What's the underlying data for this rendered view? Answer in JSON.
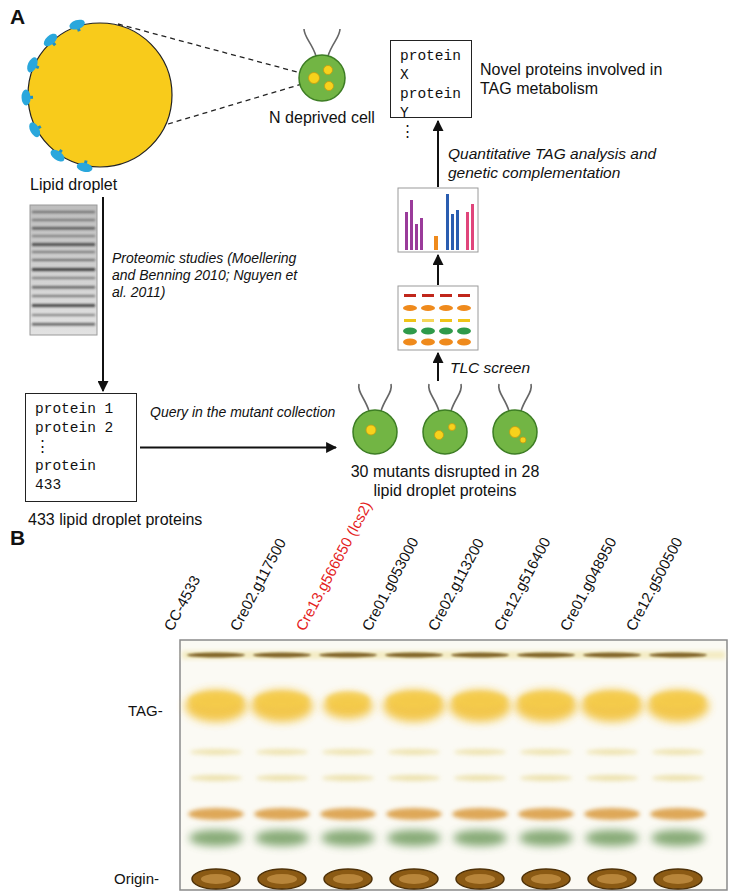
{
  "diagram": {
    "nodes": [
      {
        "text": [
          "Lipid droplet"
        ]
      },
      {
        "text": [
          "N deprived cell"
        ]
      },
      {
        "text": [
          "protein 1",
          "protein 2",
          "⋮",
          "protein 433",
          "433 lipid droplet proteins"
        ]
      },
      {
        "text": [
          "30 mutants disrupted in 28 lipid droplet proteins"
        ]
      },
      {
        "text": [
          "protein X",
          "protein Y",
          "⋮",
          "Novel proteins involved in TAG metabolism"
        ]
      }
    ],
    "edges": [
      {
        "from": 0,
        "to": 2,
        "label": "Proteomic studies (Moellering and Benning 2010; Nguyen et al. 2011)",
        "arrow": "to"
      },
      {
        "from": 2,
        "to": 3,
        "label": "Query in the mutant collection",
        "arrow": "to"
      }
    ],
    "labels": [
      "A",
      "TLC screen",
      "Quantitative TAG analysis and genetic complementation",
      "B",
      "CC-4533",
      "Cre02.g117500",
      "Cre13.g566650 (lcs2)",
      "Cre01.g053000",
      "Cre02.g113200",
      "Cre12.g516400",
      "Cre01.g048950",
      "Cre12.g500500",
      "TAG-",
      "Origin-"
    ]
  }
}
